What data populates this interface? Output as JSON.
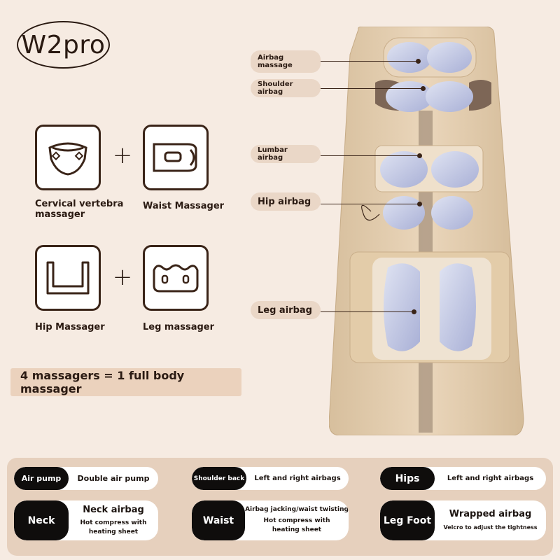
{
  "brand": "W2pro",
  "modules": [
    {
      "label": "Cervical vertebra massager",
      "icon": "neck-pillow-icon"
    },
    {
      "label": "Waist Massager",
      "icon": "waist-cushion-icon"
    },
    {
      "label": "Hip Massager",
      "icon": "seat-icon"
    },
    {
      "label": "Leg massager",
      "icon": "leg-wrap-icon"
    }
  ],
  "plus_sign": "+",
  "summary": "4 massagers = 1 full body massager",
  "callouts": [
    {
      "label": "Airbag massage"
    },
    {
      "label": "Shoulder airbag"
    },
    {
      "label": "Lumbar airbag"
    },
    {
      "label": "Hip airbag"
    },
    {
      "label": "Leg airbag"
    }
  ],
  "features": [
    {
      "tag": "Air pump",
      "desc": "Double air pump"
    },
    {
      "tag": "Shoulder back",
      "desc": "Left and right airbags"
    },
    {
      "tag": "Hips",
      "desc": "Left and right airbags"
    },
    {
      "tag": "Neck",
      "title": "Neck airbag",
      "detail": "Hot compress with heating sheet"
    },
    {
      "tag": "Waist",
      "title": "Airbag jacking/waist twisting",
      "detail": "Hot compress with heating sheet"
    },
    {
      "tag": "Leg Foot",
      "title": "Wrapped airbag",
      "detail": "Velcro to adjust the tightness"
    }
  ],
  "colors": {
    "background": "#f6ebe2",
    "mat": "#e3cdaf",
    "airbag": "#c9cfe8",
    "tag": "#0f0d0c",
    "panel": "#e6d0bd"
  }
}
